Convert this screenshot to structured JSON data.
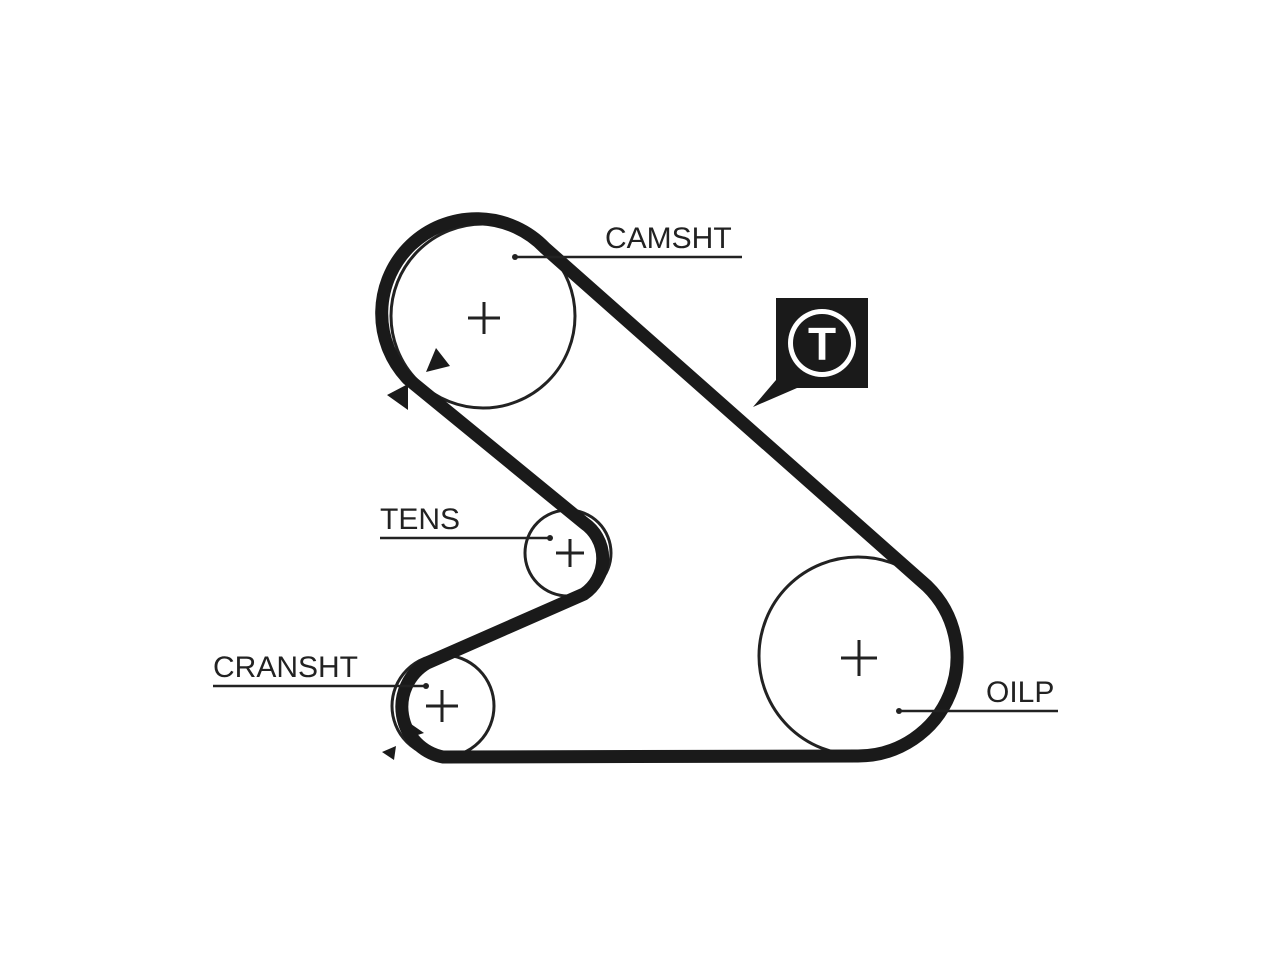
{
  "labels": {
    "camshaft": "CAMSHT",
    "tensioner": "TENS",
    "crankshaft": "CRANSHT",
    "oil_pump": "OILP"
  },
  "tensioner_badge": "T",
  "colors": {
    "belt": "#1a1a1a",
    "pulley_outline": "#222222",
    "background": "#ffffff"
  }
}
